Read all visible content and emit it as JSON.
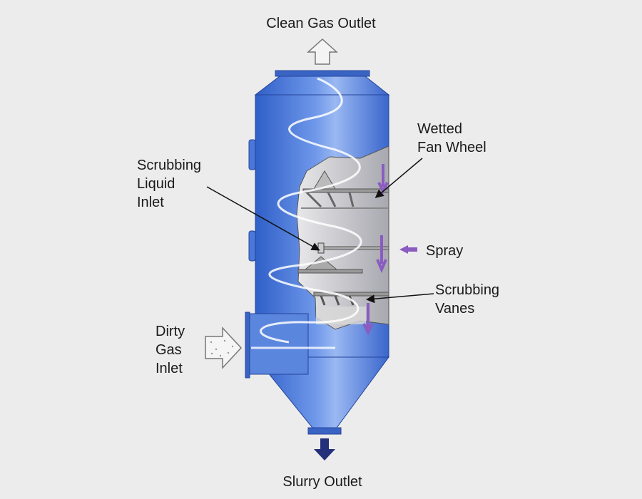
{
  "title": "Wet Scrubber Diagram",
  "labels": {
    "clean_gas_outlet": "Clean Gas Outlet",
    "wetted_fan_wheel": [
      "Wetted",
      "Fan Wheel"
    ],
    "scrubbing_liquid_inlet": [
      "Scrubbing",
      "Liquid",
      "Inlet"
    ],
    "spray": "Spray",
    "scrubbing_vanes": [
      "Scrubbing",
      "Vanes"
    ],
    "dirty_gas_inlet": [
      "Dirty",
      "Gas",
      "Inlet"
    ],
    "slurry_outlet": "Slurry Outlet"
  },
  "colors": {
    "vessel": "#4a78d8",
    "vessel_light": "#8fb0ee",
    "cutaway": "#c8c8cc",
    "spray_arrow": "#8a5cc0",
    "background": "#ececec"
  }
}
